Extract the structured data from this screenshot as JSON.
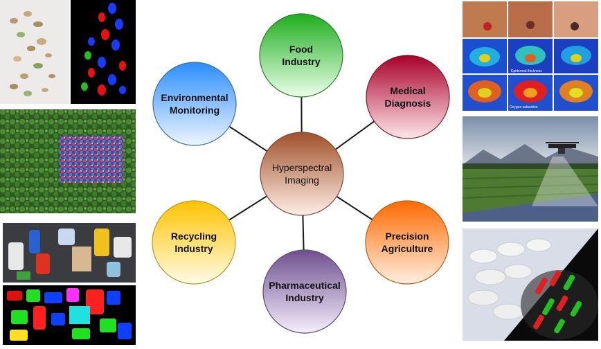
{
  "hub": {
    "lines": [
      "Hyperspectral",
      "Imaging"
    ]
  },
  "nodes": [
    {
      "id": "food",
      "lines": [
        "Food",
        "Industry"
      ],
      "top_color": "#1fae1f",
      "bottom_color": "#eaffea",
      "stroke": "#2b7a2b"
    },
    {
      "id": "medical",
      "lines": [
        "Medical",
        "Diagnosis"
      ],
      "top_color": "#a8002a",
      "bottom_color": "#ffe6ea",
      "stroke": "#7a1a2a"
    },
    {
      "id": "agriculture",
      "lines": [
        "Precision",
        "Agriculture"
      ],
      "top_color": "#ff6a00",
      "bottom_color": "#fff0e0",
      "stroke": "#b85a10"
    },
    {
      "id": "pharma",
      "lines": [
        "Pharmaceutical",
        "Industry"
      ],
      "top_color": "#6f4f8f",
      "bottom_color": "#f4eefc",
      "stroke": "#5a4a70"
    },
    {
      "id": "recycling",
      "lines": [
        "Recycling",
        "Industry"
      ],
      "top_color": "#ffc300",
      "bottom_color": "#fffbe5",
      "stroke": "#b8962a"
    },
    {
      "id": "environment",
      "lines": [
        "Environmental",
        "Monitoring"
      ],
      "top_color": "#2b8cff",
      "bottom_color": "#eef6ff",
      "stroke": "#3a6f9a"
    }
  ],
  "hub_colors": {
    "top_color": "#a0502a",
    "bottom_color": "#ffeee6",
    "stroke": "#7a4a3a"
  },
  "images": [
    {
      "id": "pistachio-rgb-photo",
      "icon": "pistachio-photo"
    },
    {
      "id": "pistachio-classification-map",
      "icon": "classification-map"
    },
    {
      "id": "forest-aerial-photo",
      "icon": "forest-photo"
    },
    {
      "id": "plastic-waste-photo",
      "icon": "plastic-bottles-photo"
    },
    {
      "id": "plastic-waste-classification",
      "icon": "classification-map"
    },
    {
      "id": "foot-wound-images",
      "icon": "medical-thermal-grid"
    },
    {
      "id": "drone-crop-field",
      "icon": "drone-field-photo"
    },
    {
      "id": "tablets-classification",
      "icon": "pills-photo"
    }
  ],
  "foot_grid_labels": {
    "thickness": "Epidermal thickness",
    "oxygen": "Oxygen saturation"
  }
}
